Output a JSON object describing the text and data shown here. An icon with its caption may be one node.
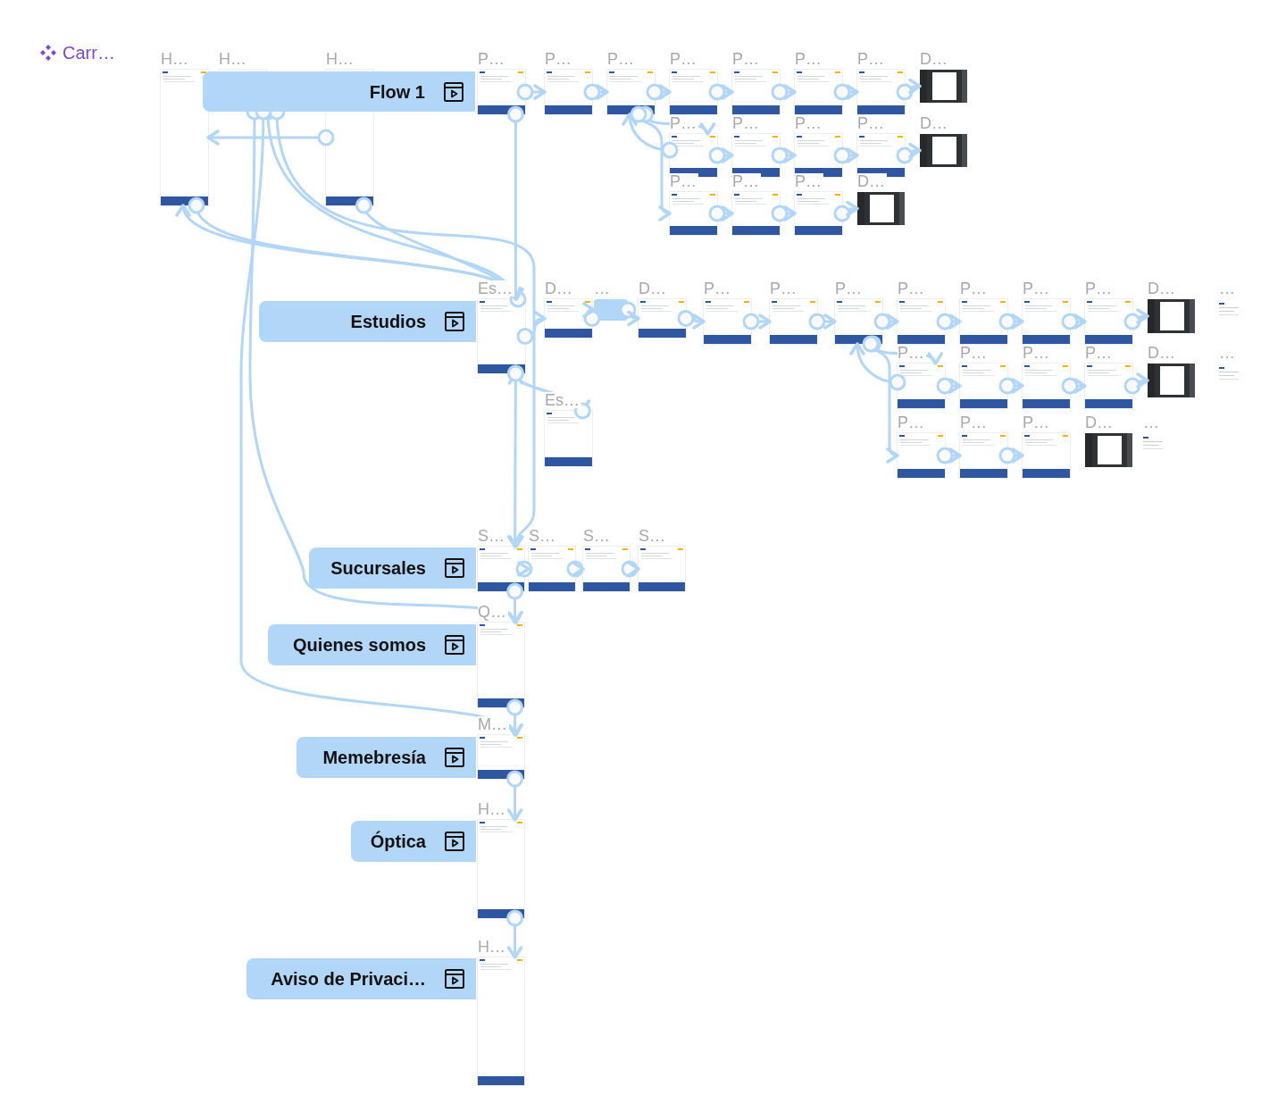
{
  "diagram": {
    "nodes": [
      {
        "text": [
          "H…"
        ]
      },
      {
        "text": [
          "H…"
        ]
      },
      {
        "text": [
          "H…"
        ]
      },
      {
        "text": [
          "P…"
        ]
      },
      {
        "text": [
          "P…"
        ]
      },
      {
        "text": [
          "P…"
        ]
      },
      {
        "text": [
          "P…"
        ]
      },
      {
        "text": [
          "P…"
        ]
      },
      {
        "text": [
          "P…"
        ]
      },
      {
        "text": [
          "P…"
        ]
      },
      {
        "text": [
          "D…"
        ]
      },
      {
        "text": [
          "P…"
        ]
      },
      {
        "text": [
          "P…"
        ]
      },
      {
        "text": [
          "P…"
        ]
      },
      {
        "text": [
          "P…"
        ]
      },
      {
        "text": [
          "D…"
        ]
      },
      {
        "text": [
          "P…"
        ]
      },
      {
        "text": [
          "P…"
        ]
      },
      {
        "text": [
          "P…"
        ]
      },
      {
        "text": [
          "D…"
        ]
      },
      {
        "text": [
          "Es…"
        ]
      },
      {
        "text": [
          "D…"
        ]
      },
      {
        "text": [
          "…"
        ]
      },
      {
        "text": [
          "D…"
        ]
      },
      {
        "text": [
          "P…"
        ]
      },
      {
        "text": [
          "P…"
        ]
      },
      {
        "text": [
          "P…"
        ]
      },
      {
        "text": [
          "P…"
        ]
      },
      {
        "text": [
          "P…"
        ]
      },
      {
        "text": [
          "P…"
        ]
      },
      {
        "text": [
          "P…"
        ]
      },
      {
        "text": [
          "D…"
        ]
      },
      {
        "text": [
          "…"
        ]
      },
      {
        "text": [
          "P…"
        ]
      },
      {
        "text": [
          "P…"
        ]
      },
      {
        "text": [
          "P…"
        ]
      },
      {
        "text": [
          "P…"
        ]
      },
      {
        "text": [
          "D…"
        ]
      },
      {
        "text": [
          "…"
        ]
      },
      {
        "text": [
          "P…"
        ]
      },
      {
        "text": [
          "P…"
        ]
      },
      {
        "text": [
          "P…"
        ]
      },
      {
        "text": [
          "D…"
        ]
      },
      {
        "text": [
          "…"
        ]
      },
      {
        "text": [
          "Es…"
        ]
      },
      {
        "text": [
          "S…"
        ]
      },
      {
        "text": [
          "S…"
        ]
      },
      {
        "text": [
          "S…"
        ]
      },
      {
        "text": [
          "S…"
        ]
      },
      {
        "text": [
          "Q…"
        ]
      },
      {
        "text": [
          "M…"
        ]
      },
      {
        "text": [
          "H…"
        ]
      },
      {
        "text": [
          "H…"
        ]
      },
      {
        "text": [
          "Flow 1"
        ]
      },
      {
        "text": [
          "Estudios"
        ]
      },
      {
        "text": [
          "Sucursales"
        ]
      },
      {
        "text": [
          "Quienes somos"
        ]
      },
      {
        "text": [
          "Memebresía"
        ]
      },
      {
        "text": [
          "Óptica"
        ]
      },
      {
        "text": [
          "Aviso de Privaci…"
        ]
      }
    ],
    "edges": [
      {
        "from": 3,
        "to": 4,
        "arrow": "to"
      },
      {
        "from": 4,
        "to": 5,
        "arrow": "to"
      },
      {
        "from": 5,
        "to": 6,
        "arrow": "to"
      },
      {
        "from": 6,
        "to": 7,
        "arrow": "to"
      },
      {
        "from": 7,
        "to": 8,
        "arrow": "to"
      },
      {
        "from": 8,
        "to": 9,
        "arrow": "to"
      },
      {
        "from": 9,
        "to": 10,
        "arrow": "to"
      },
      {
        "from": 5,
        "to": 11,
        "arrow": "to"
      },
      {
        "from": 5,
        "to": 16,
        "arrow": "to"
      },
      {
        "from": 11,
        "to": 12,
        "arrow": "to"
      },
      {
        "from": 12,
        "to": 13,
        "arrow": "to"
      },
      {
        "from": 13,
        "to": 14,
        "arrow": "to"
      },
      {
        "from": 14,
        "to": 15,
        "arrow": "to"
      },
      {
        "from": 16,
        "to": 17,
        "arrow": "to"
      },
      {
        "from": 17,
        "to": 18,
        "arrow": "to"
      },
      {
        "from": 18,
        "to": 19,
        "arrow": "to"
      },
      {
        "from": 11,
        "to": 5,
        "arrow": "to"
      },
      {
        "from": 20,
        "to": 21,
        "arrow": "to"
      },
      {
        "from": 21,
        "to": 22,
        "arrow": "to"
      },
      {
        "from": 22,
        "to": 23,
        "arrow": "to"
      },
      {
        "from": 23,
        "to": 24,
        "arrow": "to"
      },
      {
        "from": 24,
        "to": 25,
        "arrow": "to"
      },
      {
        "from": 25,
        "to": 26,
        "arrow": "to"
      },
      {
        "from": 26,
        "to": 27,
        "arrow": "to"
      },
      {
        "from": 27,
        "to": 28,
        "arrow": "to"
      },
      {
        "from": 28,
        "to": 29,
        "arrow": "to"
      },
      {
        "from": 29,
        "to": 30,
        "arrow": "to"
      },
      {
        "from": 30,
        "to": 31,
        "arrow": "to"
      },
      {
        "from": 26,
        "to": 33,
        "arrow": "to"
      },
      {
        "from": 26,
        "to": 39,
        "arrow": "to"
      },
      {
        "from": 33,
        "to": 34,
        "arrow": "to"
      },
      {
        "from": 34,
        "to": 35,
        "arrow": "to"
      },
      {
        "from": 35,
        "to": 36,
        "arrow": "to"
      },
      {
        "from": 36,
        "to": 37,
        "arrow": "to"
      },
      {
        "from": 39,
        "to": 40,
        "arrow": "to"
      },
      {
        "from": 40,
        "to": 41,
        "arrow": "to"
      },
      {
        "from": 33,
        "to": 26,
        "arrow": "to"
      },
      {
        "from": 20,
        "to": 44,
        "arrow": "to"
      },
      {
        "from": 44,
        "to": 20,
        "arrow": "to"
      },
      {
        "from": 45,
        "to": 46,
        "arrow": "to"
      },
      {
        "from": 46,
        "to": 47,
        "arrow": "to"
      },
      {
        "from": 47,
        "to": 48,
        "arrow": "to"
      },
      {
        "from": 3,
        "to": 20,
        "arrow": "to"
      },
      {
        "from": 20,
        "to": 45,
        "arrow": "to"
      },
      {
        "from": 45,
        "to": 49,
        "arrow": "to"
      },
      {
        "from": 49,
        "to": 50,
        "arrow": "to"
      },
      {
        "from": 50,
        "to": 51,
        "arrow": "to"
      },
      {
        "from": 51,
        "to": 52,
        "arrow": "to"
      },
      {
        "from": 2,
        "to": 0,
        "arrow": "to"
      },
      {
        "from": 20,
        "to": 0,
        "arrow": "to"
      },
      {
        "from": 53,
        "to": 20,
        "arrow": "to"
      },
      {
        "from": 53,
        "to": 45,
        "arrow": "to"
      },
      {
        "from": 53,
        "to": 49,
        "arrow": "to"
      },
      {
        "from": 53,
        "to": 50,
        "arrow": "to"
      },
      {
        "from": 2,
        "to": 20,
        "arrow": "to"
      },
      {
        "from": 0,
        "to": 20,
        "arrow": "to"
      }
    ],
    "labels": [
      "Carr…"
    ]
  }
}
